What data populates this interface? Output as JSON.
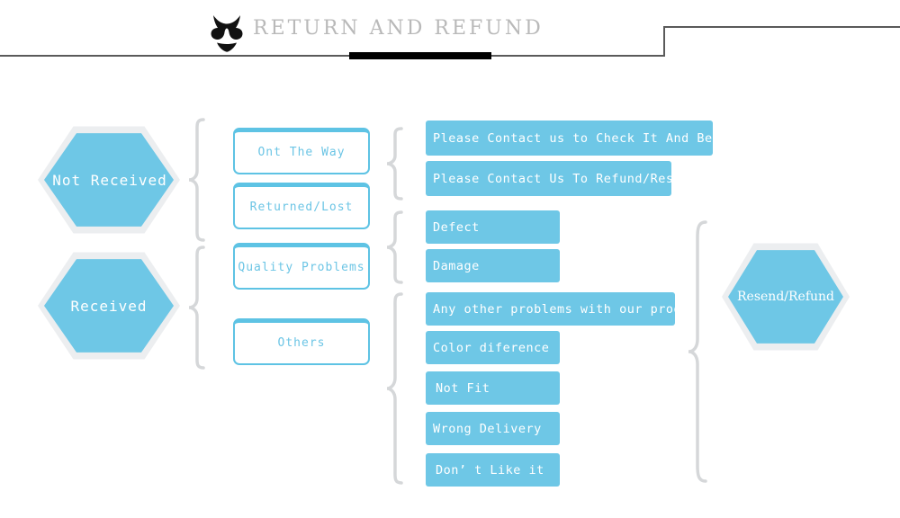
{
  "header": {
    "logo_icon": "bikini-icon",
    "title": "RETURN  AND  REFUND"
  },
  "diagram": {
    "stage1": [
      {
        "id": "not-received",
        "label": "Not Received"
      },
      {
        "id": "received",
        "label": "Received"
      }
    ],
    "stage2": [
      {
        "id": "ont-the-way",
        "label": "Ont The Way"
      },
      {
        "id": "returned-lost",
        "label": "Returned/Lost"
      },
      {
        "id": "quality-problems",
        "label": "Quality Problems"
      },
      {
        "id": "others",
        "label": "Others"
      }
    ],
    "stage3": [
      {
        "id": "contact-check",
        "label": "Please Contact us to Check It And Be Patient"
      },
      {
        "id": "contact-refund-resend",
        "label": "Please Contact Us To Refund/Resend"
      },
      {
        "id": "defect",
        "label": "Defect"
      },
      {
        "id": "damage",
        "label": "Damage"
      },
      {
        "id": "any-other-problems",
        "label": "Any other problems with our products"
      },
      {
        "id": "color-diference",
        "label": "Color diference"
      },
      {
        "id": "not-fit",
        "label": "Not Fit"
      },
      {
        "id": "wrong-delivery",
        "label": "Wrong Delivery"
      },
      {
        "id": "dont-like-it",
        "label": "Don’  t Like it"
      }
    ],
    "stage4": [
      {
        "id": "resend-refund",
        "label": "Resend/Refund"
      }
    ]
  },
  "colors": {
    "blue_fill": "#6ec7e6",
    "blue_border": "#5ec3e4",
    "hex_ring": "#eceef0",
    "brace_gray": "#d5d7d9",
    "title_gray": "#b9b9b9",
    "header_line": "#5a5a5a",
    "header_bar": "#000000"
  }
}
